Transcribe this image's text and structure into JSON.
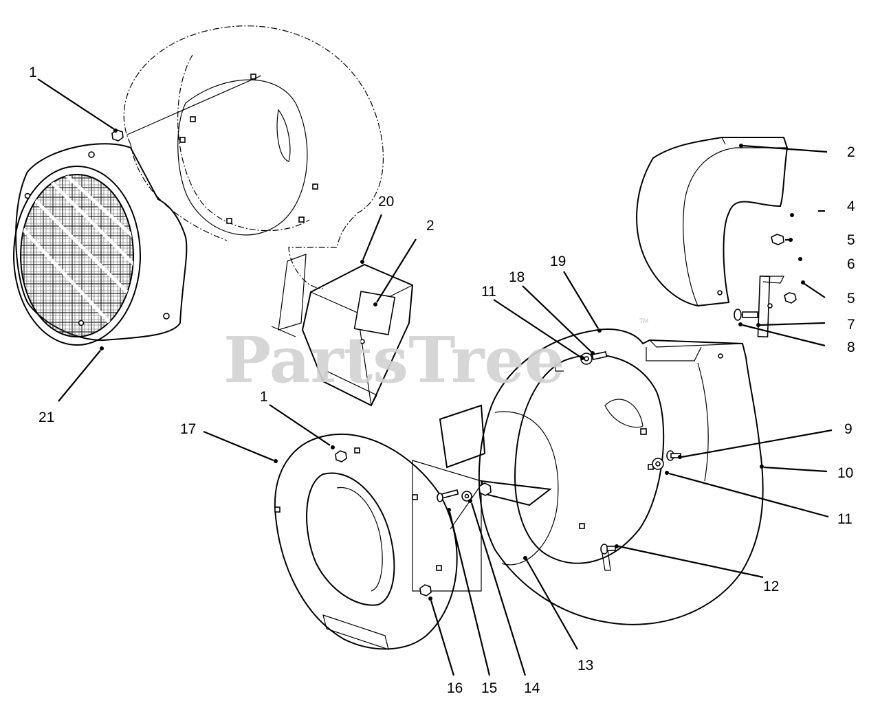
{
  "watermark": {
    "text": "PartsTree",
    "trademark": "TM"
  },
  "callouts": [
    {
      "id": "c1a",
      "label": "1"
    },
    {
      "id": "c2a",
      "label": "2"
    },
    {
      "id": "c2b",
      "label": "2"
    },
    {
      "id": "c4",
      "label": "4"
    },
    {
      "id": "c5a",
      "label": "5"
    },
    {
      "id": "c6",
      "label": "6"
    },
    {
      "id": "c5b",
      "label": "5"
    },
    {
      "id": "c7",
      "label": "7"
    },
    {
      "id": "c8",
      "label": "8"
    },
    {
      "id": "c20",
      "label": "20"
    },
    {
      "id": "c19",
      "label": "19"
    },
    {
      "id": "c18",
      "label": "18"
    },
    {
      "id": "c11a",
      "label": "11"
    },
    {
      "id": "c21",
      "label": "21"
    },
    {
      "id": "c1b",
      "label": "1"
    },
    {
      "id": "c17",
      "label": "17"
    },
    {
      "id": "c9",
      "label": "9"
    },
    {
      "id": "c10",
      "label": "10"
    },
    {
      "id": "c11b",
      "label": "11"
    },
    {
      "id": "c12",
      "label": "12"
    },
    {
      "id": "c13",
      "label": "13"
    },
    {
      "id": "c14",
      "label": "14"
    },
    {
      "id": "c15",
      "label": "15"
    },
    {
      "id": "c16",
      "label": "16"
    }
  ]
}
